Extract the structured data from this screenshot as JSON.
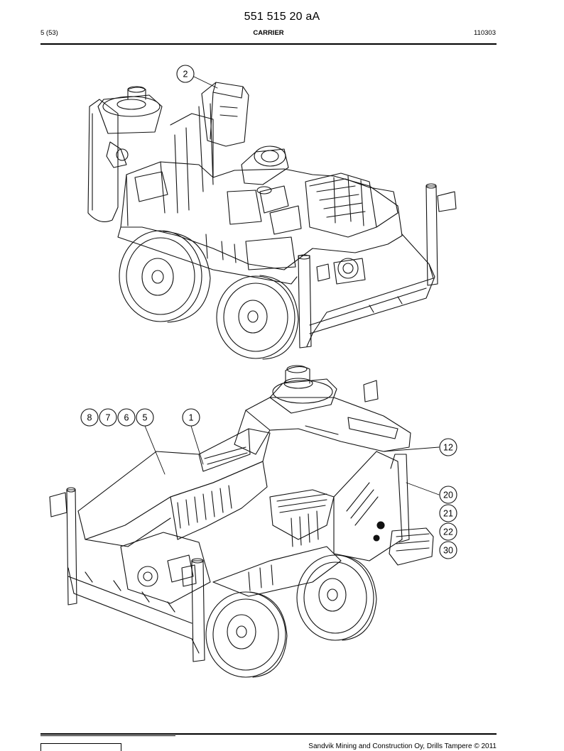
{
  "header": {
    "doc_number": "551 515 20 aA",
    "page": "5 (53)",
    "section": "CARRIER",
    "code": "110303"
  },
  "callouts_top": [
    "2"
  ],
  "callouts_bottom": [
    "8",
    "7",
    "6",
    "5",
    "1",
    "12",
    "20",
    "21",
    "22",
    "30"
  ],
  "footer": {
    "copyright": "Sandvik Mining and Construction Oy, Drills Tampere © 2011"
  }
}
